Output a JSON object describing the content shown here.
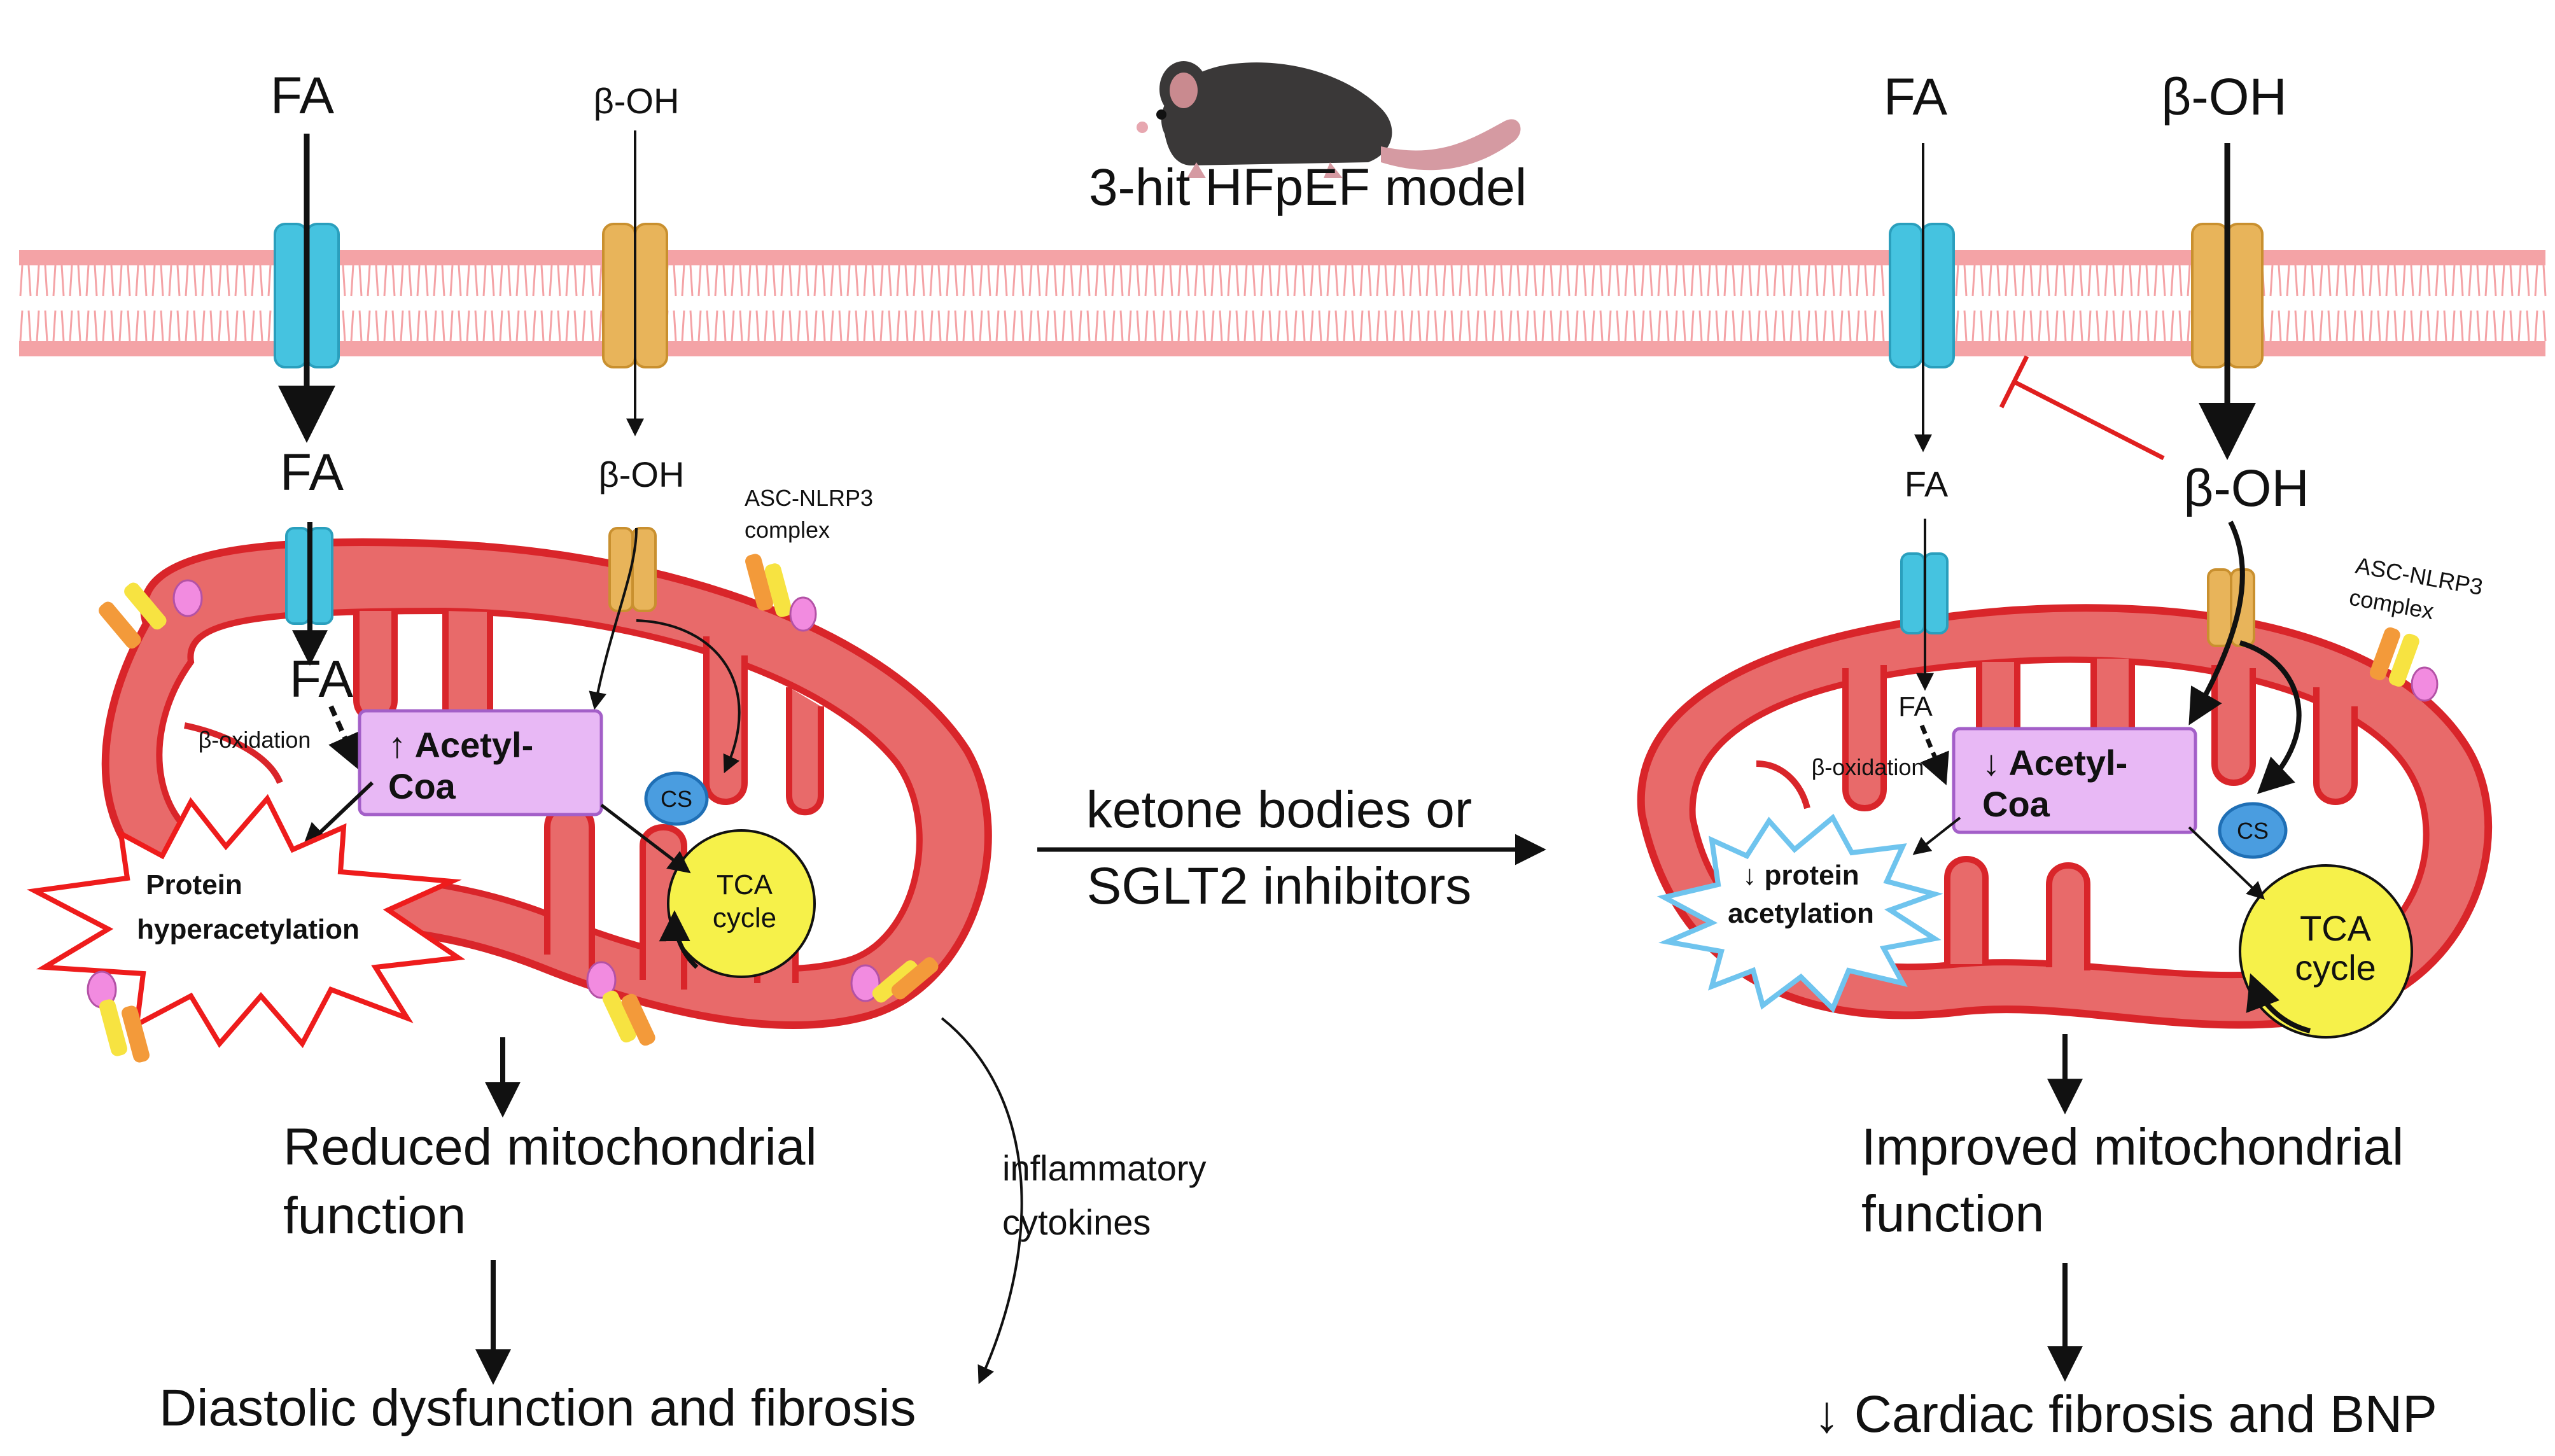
{
  "header": {
    "model_label": "3-hit HFpEF model"
  },
  "left": {
    "fa_top": "FA",
    "bohb_top": "β-OH",
    "fa_mid": "FA",
    "bohb_mid": "β-OH",
    "fa_inner": "FA",
    "beta_oxidation": "β-oxidation",
    "acetyl_line1": "↑ Acetyl-",
    "acetyl_line2": "Coa",
    "cs": "CS",
    "tca_line1": "TCA",
    "tca_line2": "cycle",
    "acetylation_line1": "Protein",
    "acetylation_line2": "hyperacetylation",
    "asc_line1": "ASC-NLRP3",
    "asc_line2": "complex",
    "outcome1_line1": "Reduced mitochondrial",
    "outcome1_line2": "function",
    "outcome2": "Diastolic dysfunction and fibrosis",
    "cytokines_line1": "inflammatory",
    "cytokines_line2": "cytokines"
  },
  "center": {
    "treatment_line1": "ketone bodies or",
    "treatment_line2": "SGLT2 inhibitors"
  },
  "right": {
    "fa_top": "FA",
    "bohb_top": "β-OH",
    "fa_mid": "FA",
    "bohb_mid": "β-OH",
    "fa_inner": "FA",
    "beta_oxidation": "β-oxidation",
    "acetyl_line1": "↓ Acetyl-",
    "acetyl_line2": "Coa",
    "cs": "CS",
    "tca_line1": "TCA",
    "tca_line2": "cycle",
    "acetylation_line1": "↓ protein",
    "acetylation_line2": "acetylation",
    "asc_line1": "ASC-NLRP3",
    "asc_line2": "complex",
    "outcome1_line1": "Improved mitochondrial",
    "outcome1_line2": "function",
    "outcome2": "↓ Cardiac fibrosis and BNP"
  },
  "colors": {
    "membrane": "#f4a3a6",
    "mito_fill": "#e86a6a",
    "mito_stroke": "#d9252a",
    "fa_channel": "#45c3e0",
    "bohb_channel": "#e8b45a",
    "acetyl_box": "#e8b8f5",
    "tca": "#f6f14a",
    "cs": "#4a9de0",
    "inhibition": "#e01f1f",
    "burst_left": "#ee1c1c",
    "burst_right": "#6fc4ee"
  },
  "icons": [
    "mouse-icon",
    "membrane-bilayer",
    "fa-channel-icon",
    "bohb-channel-icon",
    "mitochondrion-icon",
    "asc-nlrp3-complex-icon",
    "inhibition-arrow"
  ]
}
